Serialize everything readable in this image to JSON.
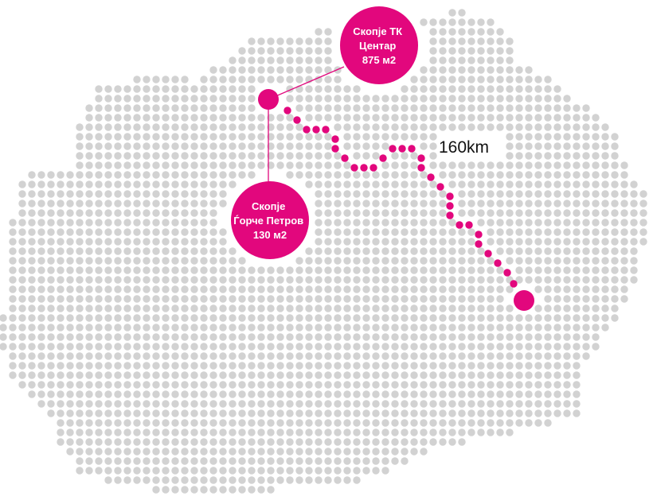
{
  "colors": {
    "land_dot": "#d2d2d2",
    "route": "#e2077d",
    "connector": "#e2077d",
    "bubble_text": "#ffffff",
    "label_text": "#111111"
  },
  "route": {
    "distance_label": "160km"
  },
  "locations": [
    {
      "id": "tk-centar",
      "lines": [
        "Скопје ТК",
        "Центар",
        "875 м2"
      ]
    },
    {
      "id": "gjorce-petrov",
      "lines": [
        "Скопје",
        "Ѓорче Петров",
        "130 м2"
      ]
    }
  ]
}
